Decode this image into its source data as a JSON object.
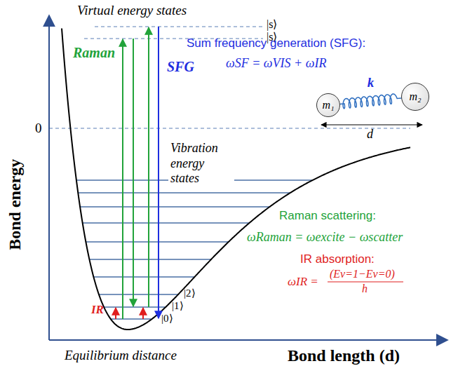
{
  "diagram": {
    "nodes": [
      {
        "text": [
          "m₁"
        ]
      },
      {
        "text": [
          "m₂"
        ]
      }
    ],
    "edges": [
      {
        "from": 0,
        "to": 1,
        "arrow": "none",
        "label": "k"
      }
    ],
    "labels": [
      "Virtual energy states",
      "|s⟩",
      "|s⟩",
      "Raman",
      "SFG",
      "Sum frequency generation (SFG):",
      "ωSF = ωVIS + ωIR",
      "0",
      "Bond energy",
      "Vibration energy states",
      "d",
      "Raman scattering:",
      "ωRaman = ωexcite − ωscatter",
      "IR absorption:",
      "ωIR =",
      "(Ev=1−Ev=0)",
      "h",
      "|2⟩",
      "|1⟩",
      "|0⟩",
      "IR",
      "Equilibrium distance",
      "Bond length (d)"
    ]
  }
}
